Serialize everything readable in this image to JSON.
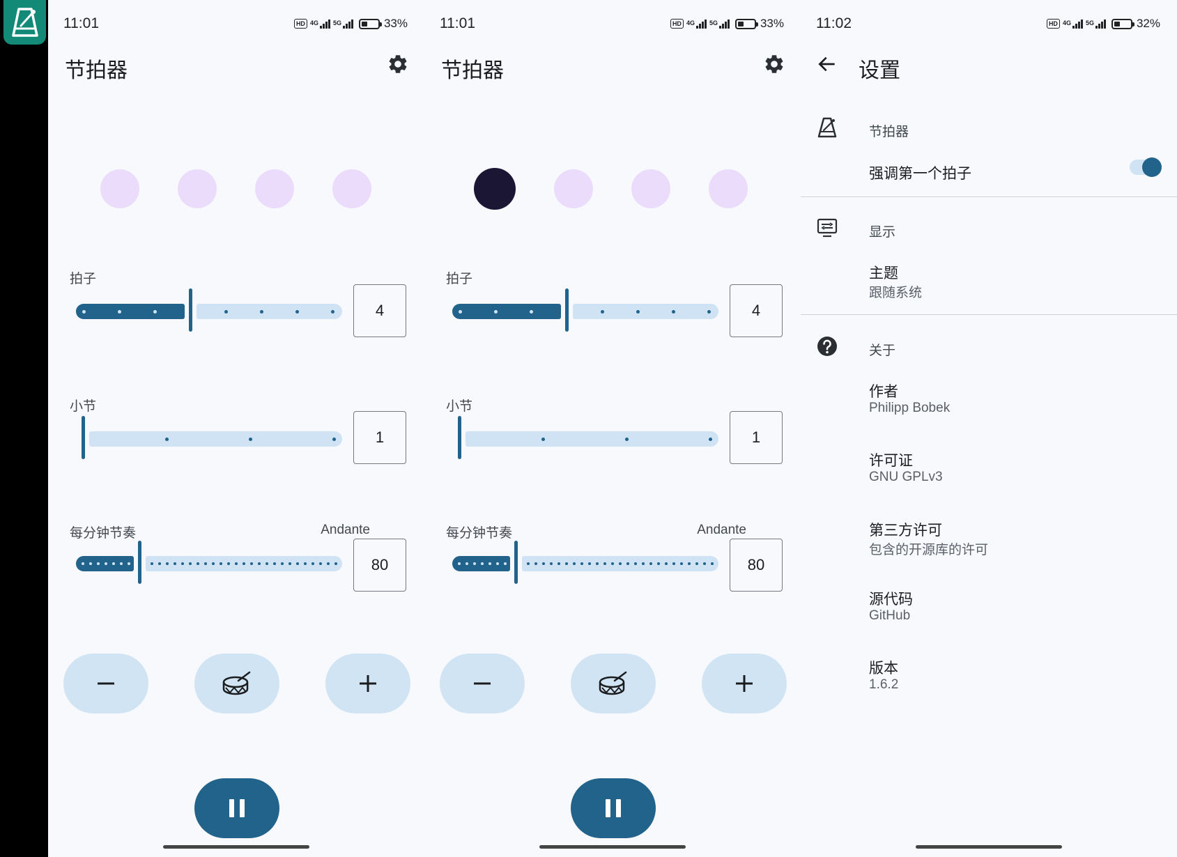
{
  "status": [
    {
      "time": "11:01",
      "hd": "HD",
      "net1": "4G",
      "net2": "5G",
      "battery": "33%"
    },
    {
      "time": "11:01",
      "hd": "HD",
      "net1": "4G",
      "net2": "5G",
      "battery": "33%"
    },
    {
      "time": "11:02",
      "hd": "HD",
      "net1": "4G",
      "net2": "5G",
      "battery": "32%"
    }
  ],
  "metronome": {
    "title": "节拍器",
    "beats_label": "拍子",
    "beats_value": "4",
    "bars_label": "小节",
    "bars_value": "1",
    "bpm_label": "每分钟节奏",
    "tempo_name": "Andante",
    "bpm_value": "80",
    "beat_count": 4,
    "active_beat": [
      null,
      1
    ],
    "beats_slider_fraction": 0.4286,
    "bars_slider_fraction": 0.0,
    "bpm_slider_fraction": 0.2,
    "icons": {
      "settings": "gear-icon",
      "minus": "minus-icon",
      "drum": "drum-icon",
      "plus": "plus-icon",
      "pause": "pause-icon"
    }
  },
  "settings": {
    "title": "设置",
    "sections": {
      "metronome": {
        "header": "节拍器",
        "accent_first": "强调第一个拍子",
        "accent_enabled": true
      },
      "display": {
        "header": "显示",
        "theme_title": "主题",
        "theme_value": "跟随系统"
      },
      "about": {
        "header": "关于",
        "author_title": "作者",
        "author_value": "Philipp Bobek",
        "license_title": "许可证",
        "license_value": "GNU GPLv3",
        "third_title": "第三方许可",
        "third_value": "包含的开源库的许可",
        "source_title": "源代码",
        "source_value": "GitHub",
        "version_title": "版本",
        "version_value": "1.6.2"
      }
    }
  },
  "colors": {
    "primary": "#21638a",
    "inactive_track": "#cfe3f5",
    "beat_idle": "#ecdcfb",
    "beat_active": "#1c1635",
    "background": "#f7f9fd",
    "logo_bg": "#138a78"
  }
}
